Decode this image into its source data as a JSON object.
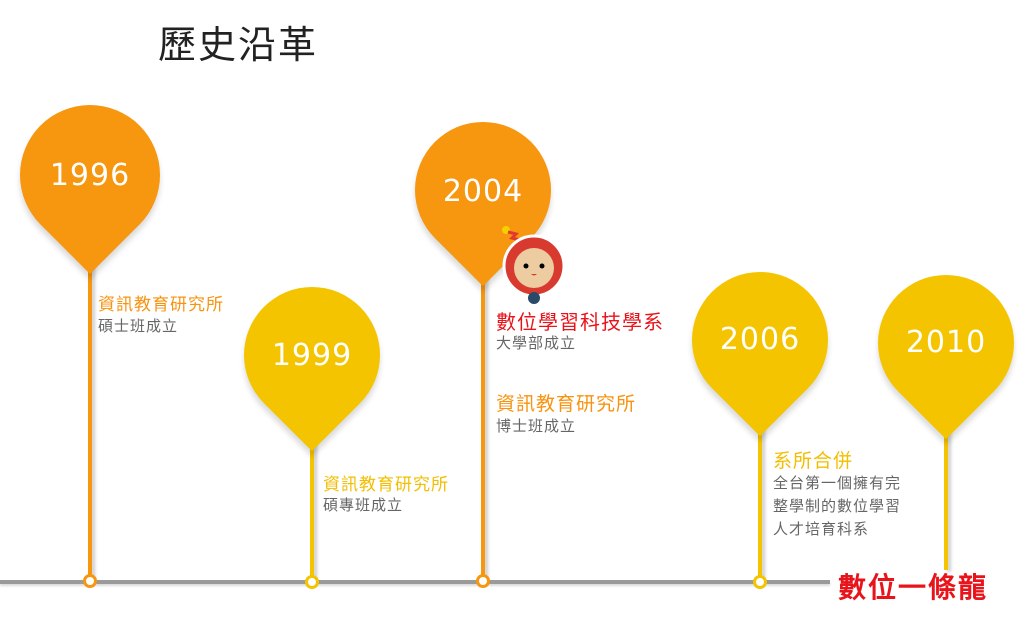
{
  "title": "歷史沿革",
  "colors": {
    "orange": "#F7960F",
    "yellow": "#F5C400",
    "red": "#E8141B"
  },
  "milestones": [
    {
      "year": "1996",
      "heading": "資訊教育研究所",
      "lines": [
        "碩士班成立"
      ]
    },
    {
      "year": "1999",
      "heading": "資訊教育研究所",
      "lines": [
        "碩專班成立"
      ]
    },
    {
      "year": "2004",
      "heading": "數位學習科技學系",
      "lines": [
        "大學部成立"
      ],
      "heading2": "資訊教育研究所",
      "lines2": [
        "博士班成立"
      ]
    },
    {
      "year": "2006",
      "heading": "系所合併",
      "lines": [
        "全台第一個擁有完",
        "整學制的數位學習",
        "人才培育科系"
      ]
    },
    {
      "year": "2010"
    }
  ],
  "slogan": "數位一條龍",
  "mascot_icon": "red-hooded-mascot"
}
